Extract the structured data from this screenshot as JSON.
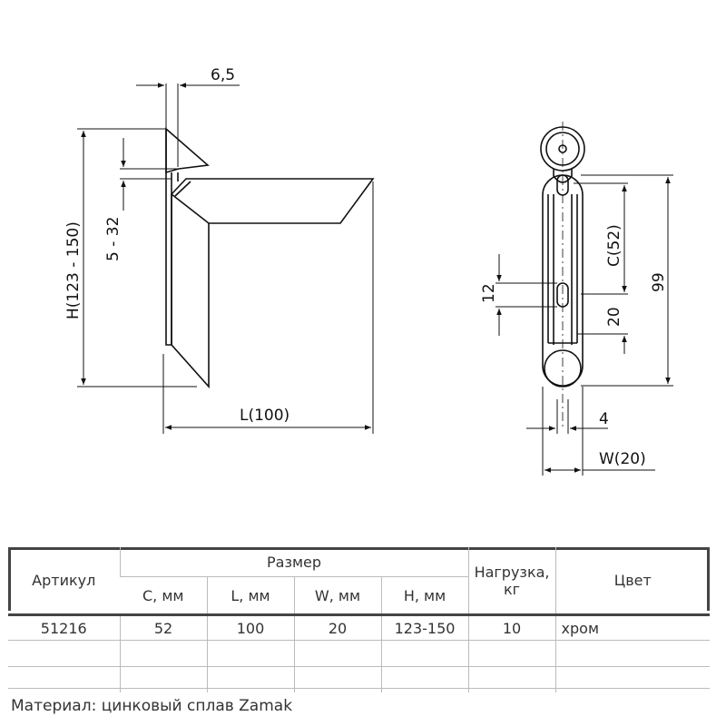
{
  "drawing": {
    "side_view": {
      "dim_top": "6,5",
      "dim_slot": "5 - 32",
      "dim_height": "H(123 - 150)",
      "dim_length": "L(100)"
    },
    "front_view": {
      "dim_c": "C(52)",
      "dim_99": "99",
      "dim_12": "12",
      "dim_20": "20",
      "dim_4": "4",
      "dim_w": "W(20)"
    }
  },
  "table": {
    "header": {
      "article": "Артикул",
      "size": "Размер",
      "c": "C, мм",
      "l": "L, мм",
      "w": "W, мм",
      "h": "H, мм",
      "load": "Нагрузка, кг",
      "color": "Цвет"
    },
    "rows": [
      {
        "article": "51216",
        "c": "52",
        "l": "100",
        "w": "20",
        "h": "123-150",
        "load": "10",
        "color": "хром"
      }
    ]
  },
  "material_note": "Материал: цинковый сплав Zamak"
}
